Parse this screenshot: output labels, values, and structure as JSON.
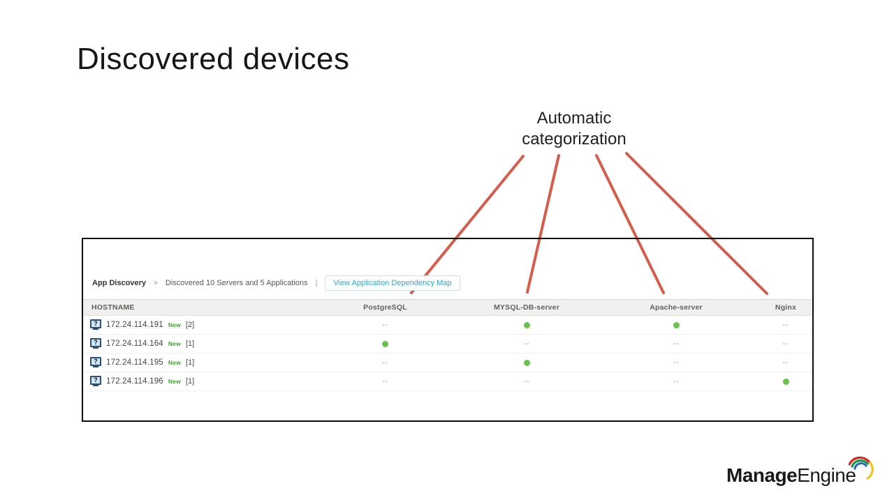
{
  "slide": {
    "title": "Discovered devices",
    "annotation": {
      "line1": "Automatic",
      "line2": "categorization"
    }
  },
  "panel": {
    "breadcrumb": {
      "root": "App Discovery",
      "separator": ">",
      "summary": "Discovered 10 Servers and 5 Applications",
      "divider": "|",
      "action_button": "View Application Dependency Map"
    },
    "table": {
      "columns": [
        "HOSTNAME",
        "PostgreSQL",
        "MYSQL-DB-server",
        "Apache-server",
        "Nginx"
      ],
      "rows": [
        {
          "hostname": "172.24.114.191",
          "badge": "New",
          "count": "[2]",
          "cells": [
            "--",
            "dot",
            "dot",
            "--"
          ]
        },
        {
          "hostname": "172.24.114.164",
          "badge": "New",
          "count": "[1]",
          "cells": [
            "dot",
            "--",
            "--",
            "--"
          ]
        },
        {
          "hostname": "172.24.114.195",
          "badge": "New",
          "count": "[1]",
          "cells": [
            "--",
            "dot",
            "--",
            "--"
          ]
        },
        {
          "hostname": "172.24.114.196",
          "badge": "New",
          "count": "[1]",
          "cells": [
            "--",
            "--",
            "--",
            "dot"
          ]
        }
      ]
    }
  },
  "icons": {
    "device_glyph": "?"
  },
  "logo": {
    "part1": "Manage",
    "part2": "Engine"
  },
  "colors": {
    "callout_red": "#d65c4b",
    "dot_green": "#69c24c",
    "badge_green": "#3ba32d",
    "link_cyan": "#2fa9cf",
    "header_bg": "#f1f0ee"
  }
}
